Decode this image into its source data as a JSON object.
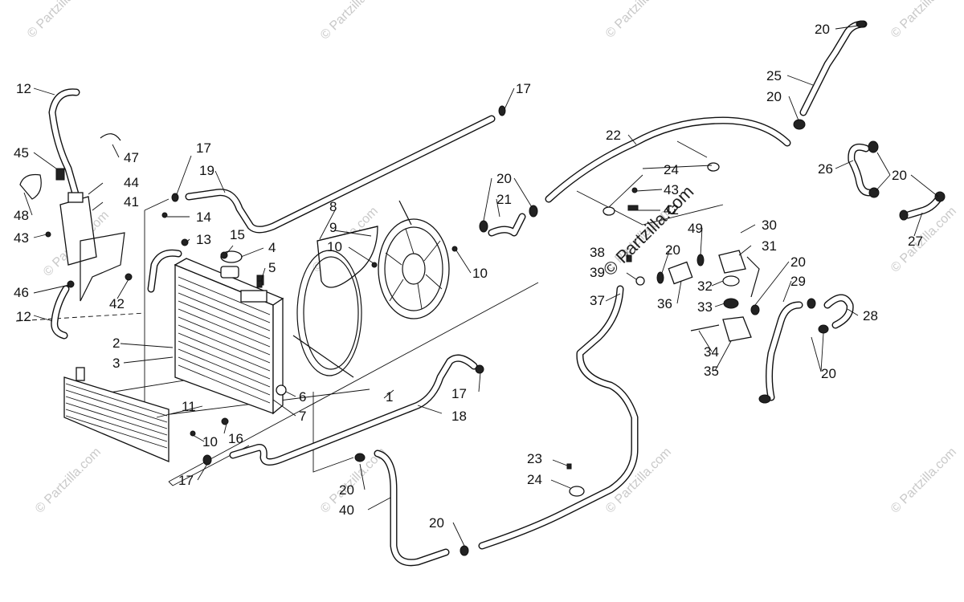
{
  "watermark": {
    "small": "© Partzilla.com",
    "center": "© Partzilla.com"
  },
  "labels": [
    {
      "id": "l12a",
      "text": "12"
    },
    {
      "id": "l45",
      "text": "45"
    },
    {
      "id": "l47",
      "text": "47"
    },
    {
      "id": "l44",
      "text": "44"
    },
    {
      "id": "l41",
      "text": "41"
    },
    {
      "id": "l48",
      "text": "48"
    },
    {
      "id": "l43a",
      "text": "43"
    },
    {
      "id": "l46",
      "text": "46"
    },
    {
      "id": "l42a",
      "text": "42"
    },
    {
      "id": "l12b",
      "text": "12"
    },
    {
      "id": "l17a",
      "text": "17"
    },
    {
      "id": "l19",
      "text": "19"
    },
    {
      "id": "l14",
      "text": "14"
    },
    {
      "id": "l13",
      "text": "13"
    },
    {
      "id": "l15",
      "text": "15"
    },
    {
      "id": "l4",
      "text": "4"
    },
    {
      "id": "l5",
      "text": "5"
    },
    {
      "id": "l8",
      "text": "8"
    },
    {
      "id": "l9",
      "text": "9"
    },
    {
      "id": "l10a",
      "text": "10"
    },
    {
      "id": "l10b",
      "text": "10"
    },
    {
      "id": "l17b",
      "text": "17"
    },
    {
      "id": "l2",
      "text": "2"
    },
    {
      "id": "l3",
      "text": "3"
    },
    {
      "id": "l6",
      "text": "6"
    },
    {
      "id": "l7",
      "text": "7"
    },
    {
      "id": "l11",
      "text": "11"
    },
    {
      "id": "l16",
      "text": "16"
    },
    {
      "id": "l10c",
      "text": "10"
    },
    {
      "id": "l17c",
      "text": "17"
    },
    {
      "id": "l1",
      "text": "1"
    },
    {
      "id": "l17d",
      "text": "17"
    },
    {
      "id": "l18",
      "text": "18"
    },
    {
      "id": "l20a",
      "text": "20"
    },
    {
      "id": "l40",
      "text": "40"
    },
    {
      "id": "l20b",
      "text": "20"
    },
    {
      "id": "l23",
      "text": "23"
    },
    {
      "id": "l24a",
      "text": "24"
    },
    {
      "id": "l20c",
      "text": "20"
    },
    {
      "id": "l21",
      "text": "21"
    },
    {
      "id": "l22",
      "text": "22"
    },
    {
      "id": "l24b",
      "text": "24"
    },
    {
      "id": "l43b",
      "text": "43"
    },
    {
      "id": "l42b",
      "text": "42"
    },
    {
      "id": "l38",
      "text": "38"
    },
    {
      "id": "l39",
      "text": "39"
    },
    {
      "id": "l37",
      "text": "37"
    },
    {
      "id": "l20d",
      "text": "20"
    },
    {
      "id": "l49",
      "text": "49"
    },
    {
      "id": "l36",
      "text": "36"
    },
    {
      "id": "l30",
      "text": "30"
    },
    {
      "id": "l31",
      "text": "31"
    },
    {
      "id": "l32",
      "text": "32"
    },
    {
      "id": "l33",
      "text": "33"
    },
    {
      "id": "l20e",
      "text": "20"
    },
    {
      "id": "l29",
      "text": "29"
    },
    {
      "id": "l34",
      "text": "34"
    },
    {
      "id": "l35",
      "text": "35"
    },
    {
      "id": "l20f",
      "text": "20"
    },
    {
      "id": "l28",
      "text": "28"
    },
    {
      "id": "l20g",
      "text": "20"
    },
    {
      "id": "l25",
      "text": "25"
    },
    {
      "id": "l20h",
      "text": "20"
    },
    {
      "id": "l26",
      "text": "26"
    },
    {
      "id": "l20i",
      "text": "20"
    },
    {
      "id": "l27",
      "text": "27"
    }
  ]
}
